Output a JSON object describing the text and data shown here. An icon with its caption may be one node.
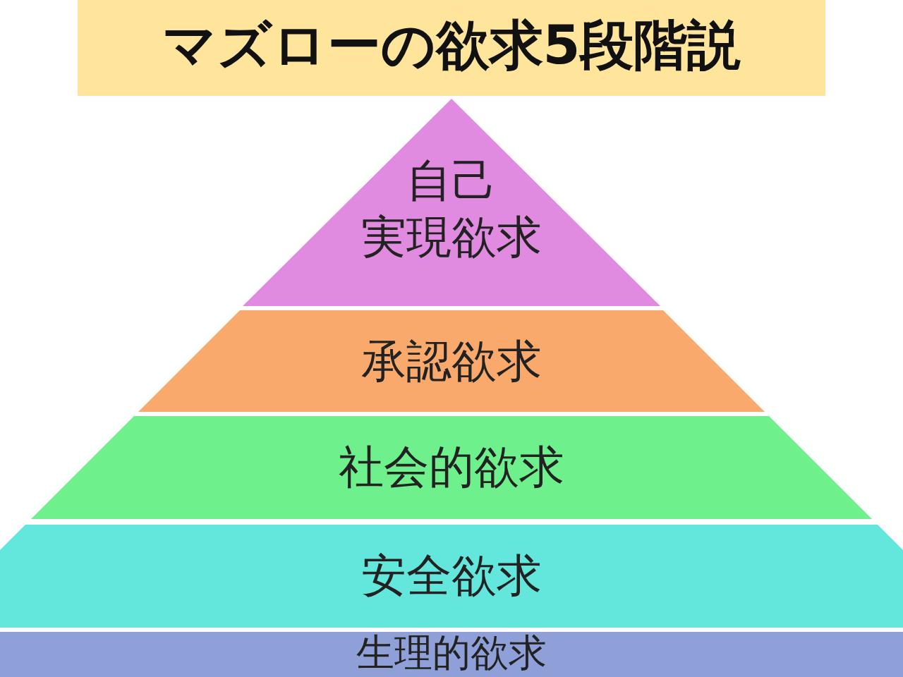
{
  "diagram": {
    "title": "マズローの欲求5段階説",
    "nodes": [
      {
        "text": [
          "自己実現欲求"
        ]
      },
      {
        "text": [
          "承認欲求"
        ]
      },
      {
        "text": [
          "社会的欲求"
        ]
      },
      {
        "text": [
          "安全欲求"
        ]
      },
      {
        "text": [
          "生理的欲求"
        ]
      }
    ]
  }
}
